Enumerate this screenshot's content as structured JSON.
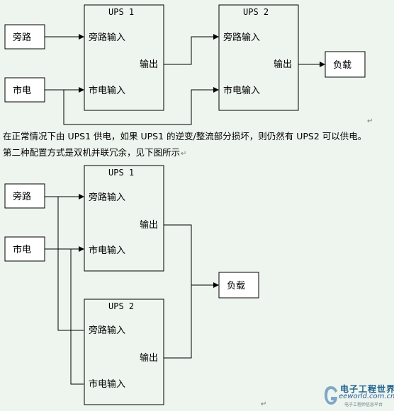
{
  "diagram1": {
    "ups1_title": "UPS 1",
    "ups2_title": "UPS 2",
    "bypass": "旁路",
    "mains": "市电",
    "ups1_bypass_in": "旁路输入",
    "ups1_mains_in": "市电输入",
    "ups1_output": "输出",
    "ups2_bypass_in": "旁路输入",
    "ups2_mains_in": "市电输入",
    "ups2_output": "输出",
    "load": "负载"
  },
  "text": {
    "para1": "在正常情况下由 UPS1 供电，如果 UPS1 的逆变/整流部分损坏，则仍然有 UPS2 可以供电。",
    "para2": "第二种配置方式是双机并联冗余，见下图所示",
    "return_mark": "↵"
  },
  "diagram2": {
    "ups1_title": "UPS 1",
    "ups2_title": "UPS 2",
    "bypass": "旁路",
    "mains": "市电",
    "ups1_bypass_in": "旁路输入",
    "ups1_mains_in": "市电输入",
    "ups1_output": "输出",
    "ups2_bypass_in": "旁路输入",
    "ups2_mains_in": "市电输入",
    "ups2_output": "输出",
    "load": "负载"
  },
  "watermark": {
    "title": "电子工程世界",
    "url": "eeworld.com.cn",
    "sub": "电子工程师信息平台"
  }
}
